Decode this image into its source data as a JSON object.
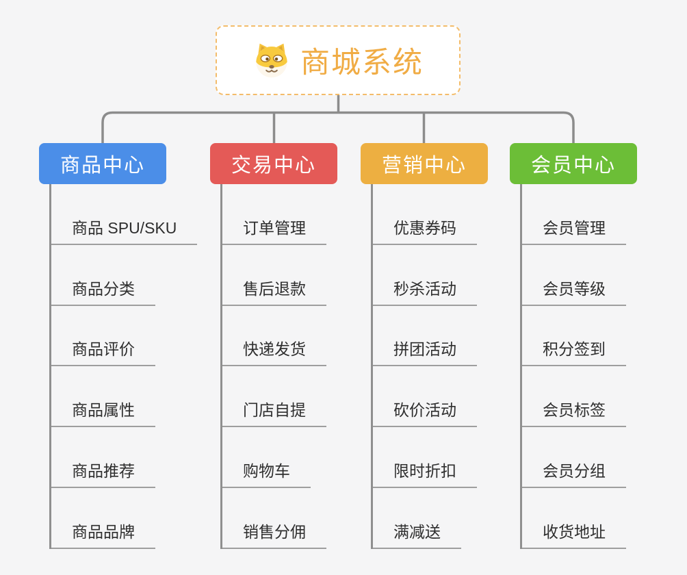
{
  "root": {
    "title": "商城系统",
    "icon": "dog-face-icon"
  },
  "branches": [
    {
      "label": "商品中心",
      "color": "#4b8ee8",
      "items": [
        "商品 SPU/SKU",
        "商品分类",
        "商品评价",
        "商品属性",
        "商品推荐",
        "商品品牌"
      ]
    },
    {
      "label": "交易中心",
      "color": "#e45a57",
      "items": [
        "订单管理",
        "售后退款",
        "快递发货",
        "门店自提",
        "购物车",
        "销售分佣"
      ]
    },
    {
      "label": "营销中心",
      "color": "#edaf41",
      "items": [
        "优惠券码",
        "秒杀活动",
        "拼团活动",
        "砍价活动",
        "限时折扣",
        "满减送"
      ]
    },
    {
      "label": "会员中心",
      "color": "#6cbe37",
      "items": [
        "会员管理",
        "会员等级",
        "积分签到",
        "会员标签",
        "会员分组",
        "收货地址"
      ]
    }
  ],
  "colors": {
    "background": "#f5f5f6",
    "connector": "#8c8c8c",
    "underline": "#9e9e9e",
    "item_text": "#2e2e2e",
    "root_text": "#f0ac45",
    "root_border": "#f3bc6a",
    "header_text": "#ffffff"
  }
}
